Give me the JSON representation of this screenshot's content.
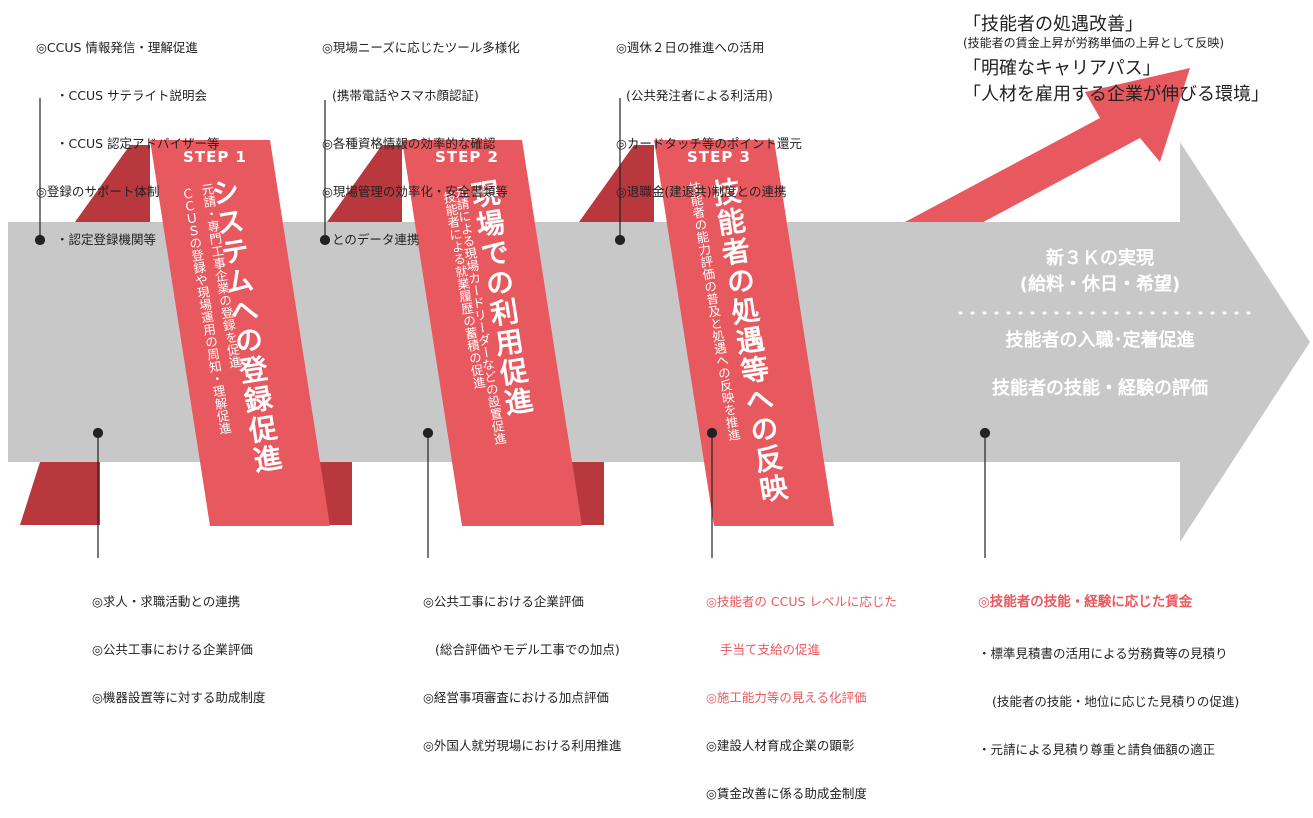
{
  "steps": [
    {
      "label": "STEP 1",
      "title": "システムへの登録促進",
      "desc": [
        "元請・専門工事企業の登録を促進",
        "ＣＣＵＳの登録や現場運用の周知・理解促進"
      ],
      "top_notes": [
        "◎CCUS 情報発信・理解促進",
        "・CCUS サテライト説明会",
        "・CCUS 認定アドバイザー等",
        "◎登録のサポート体制",
        "・認定登録機関等"
      ],
      "bottom_notes": [
        "◎求人・求職活動との連携",
        "◎公共工事における企業評価",
        "◎機器設置等に対する助成制度"
      ]
    },
    {
      "label": "STEP 2",
      "title": "現場での利用促進",
      "desc": [
        "元請による現場カードリーダーなどの設置促進",
        "技能者による就業履歴の蓄積の促進"
      ],
      "top_notes": [
        "◎現場ニーズに応じたツール多様化",
        "(携帯電話やスマホ顔認証)",
        "◎各種資格情報の効率的な確認",
        "◎現場管理の効率化・安全書類等",
        "とのデータ連携"
      ],
      "bottom_notes": [
        "◎公共工事における企業評価",
        "(総合評価やモデル工事での加点)",
        "◎経営事項審査における加点評価",
        "◎外国人就労現場における利用推進"
      ]
    },
    {
      "label": "STEP 3",
      "title": "技能者の処遇等への反映",
      "desc": [
        "技能者の能力評価の普及と処遇への反映を推進"
      ],
      "top_notes": [
        "◎週休２日の推進への活用",
        "(公共発注者による利活用)",
        "◎カードタッチ等のポイント還元",
        "◎退職金(建退共)制度との連携"
      ],
      "bottom_notes_red": [
        "◎技能者の CCUS レベルに応じた",
        "手当て支給の促進",
        "◎施工能力等の見える化評価"
      ],
      "bottom_notes": [
        "◎建設人材育成企業の顕彰",
        "◎賃金改善に係る助成金制度"
      ]
    }
  ],
  "goals": {
    "line1": "「技能者の処遇改善」",
    "line1_sub": "(技能者の賃金上昇が労務単価の上昇として反映)",
    "line2": "「明確なキャリアパス」",
    "line3": "「人材を雇用する企業が伸びる環境」"
  },
  "results": {
    "main": "新３Ｋの実現",
    "main_sub": "(給料・休日・希望)",
    "item1": "技能者の入職･定着促進",
    "item2": "技能者の技能・経験の評価"
  },
  "wage": {
    "heading": "◎技能者の技能・経験に応じた賃金",
    "items": [
      "・標準見積書の活用による労務費等の見積り",
      "(技能者の技能・地位に応じた見積りの促進)",
      "・元請による見積り尊重と請負価額の適正"
    ]
  },
  "colors": {
    "ribbon": "#e8595f",
    "ribbon_dark": "#b8383e",
    "arrow": "#c8c8c8"
  }
}
